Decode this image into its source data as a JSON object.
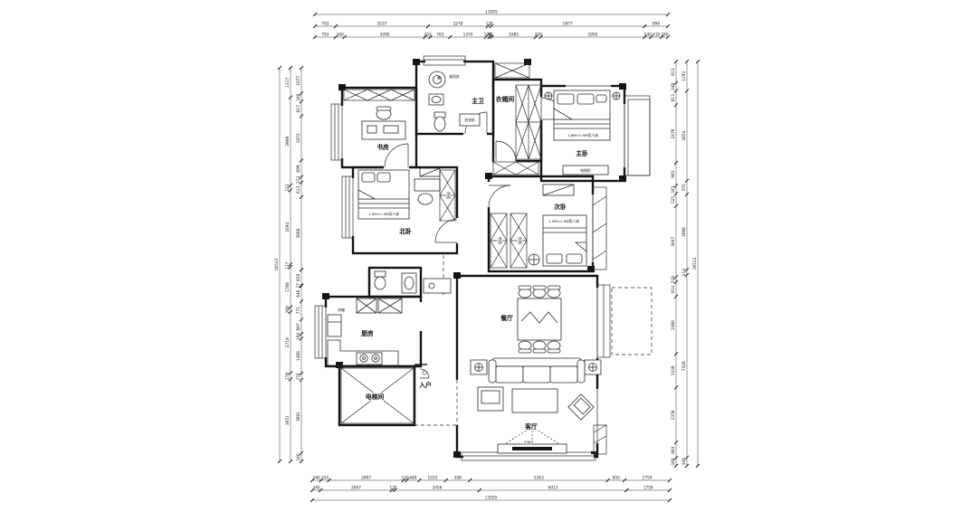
{
  "rooms": {
    "study": "书房",
    "master_bath": "主卫",
    "cloakroom": "衣帽间",
    "master_bedroom": "主卧",
    "north_bedroom": "北卧",
    "second_bedroom": "次卧",
    "dining": "餐厅",
    "kitchen": "厨房",
    "elevator": "电梯间",
    "entry": "入户",
    "living": "客厅"
  },
  "furniture": {
    "master_bed": "1.8M×1.9M双人床",
    "north_bed": "1.5M×1.9M双人床",
    "second_bed": "1.5M×1.9M双人床",
    "tv_cabinet": "电视柜",
    "wardrobe": "衣柜",
    "fridge": "冰箱",
    "shower": "淋浴房",
    "washer": "洗衣机",
    "tv_wall_dim": "5363"
  },
  "dimensions": {
    "top": {
      "total": [
        13505
      ],
      "row2": [
        793,
        3537,
        2278,
        130,
        5877,
        890
      ],
      "row3": [
        793,
        340,
        3095,
        203,
        763,
        1370,
        140,
        90,
        1685,
        200,
        3992,
        240,
        410,
        240
      ]
    },
    "bottom": {
      "row1": [
        340,
        310,
        2897,
        130,
        489,
        1031,
        936,
        5363,
        650,
        1759
      ],
      "row2": [
        340,
        2907,
        130,
        3456,
        6013,
        1759
      ],
      "total": [
        13505
      ]
    },
    "left": {
      "total": [
        16513
      ],
      "mid": [
        1317,
        3909,
        223,
        3294,
        127,
        1786,
        208,
        2719,
        278,
        3651
      ],
      "inner": [
        1077,
        340,
        617,
        1872,
        699,
        233,
        613,
        3066,
        658,
        27,
        646,
        771,
        607,
        194,
        1466,
        278,
        3091,
        340
      ]
    },
    "right": {
      "total": [
        16513
      ],
      "mid": [
        1193,
        3654,
        555,
        3066,
        214,
        7420,
        340
      ],
      "inner": [
        913,
        340,
        613,
        2479,
        983,
        345,
        525,
        3047,
        218,
        614,
        2468,
        1438,
        2356,
        663,
        340
      ]
    }
  }
}
